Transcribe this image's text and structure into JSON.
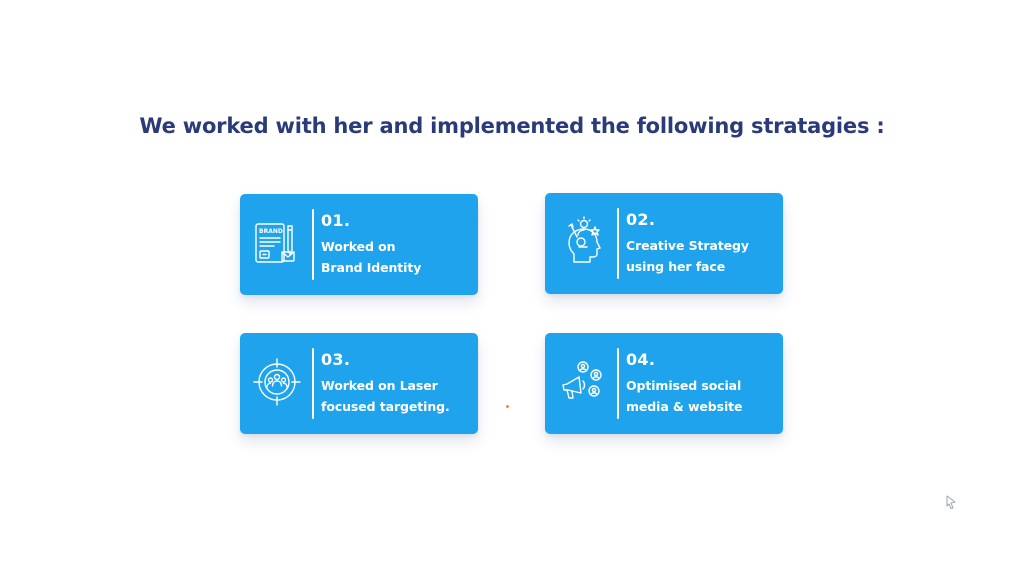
{
  "heading": "We worked with her and implemented the following stratagies :",
  "colors": {
    "heading": "#2b3a78",
    "card_background": "#1ea3ec",
    "card_text": "#ffffff",
    "dot": "#f08a3c"
  },
  "cards": [
    {
      "number": "01.",
      "line1": "Worked on",
      "line2": "Brand Identity",
      "icon": "brand-identity-icon",
      "icon_text": "BRAND"
    },
    {
      "number": "02.",
      "line1": "Creative Strategy",
      "line2": "using her face",
      "icon": "creative-head-icon"
    },
    {
      "number": "03.",
      "line1": "Worked on Laser",
      "line2": "focused targeting.",
      "icon": "target-audience-icon"
    },
    {
      "number": "04.",
      "line1": "Optimised social",
      "line2": "media & website",
      "icon": "megaphone-social-icon"
    }
  ]
}
